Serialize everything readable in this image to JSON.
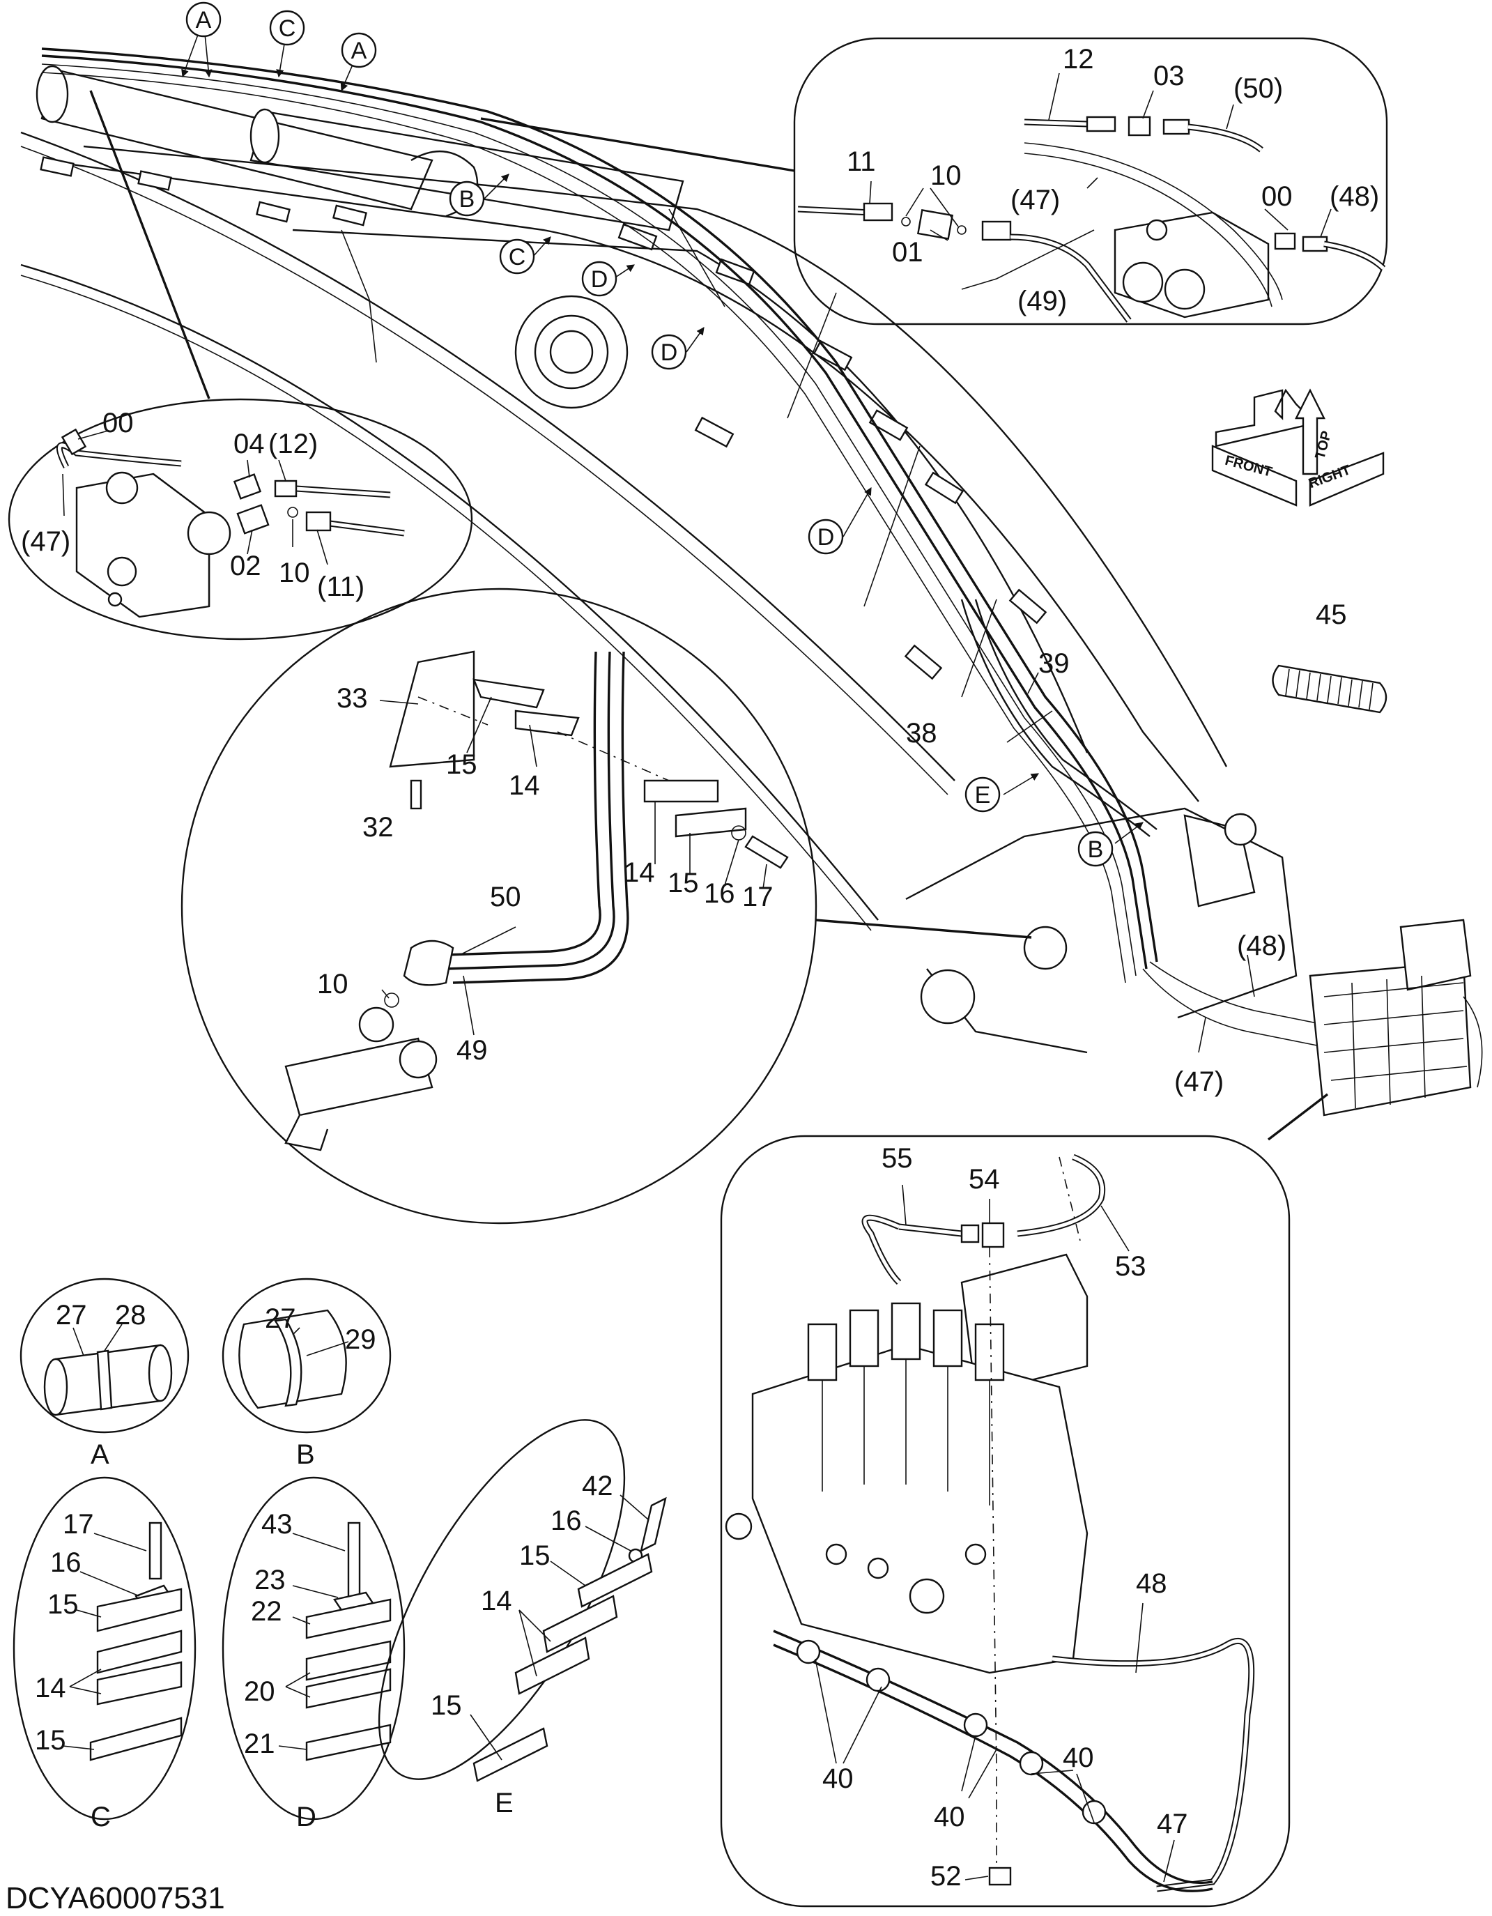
{
  "drawing_code": "DCYA60007531",
  "callout_labels": [
    {
      "text": "12"
    },
    {
      "text": "03"
    },
    {
      "text": "(50)"
    },
    {
      "text": "11"
    },
    {
      "text": "10"
    },
    {
      "text": "(47)"
    },
    {
      "text": "00"
    },
    {
      "text": "(48)"
    },
    {
      "text": "01"
    },
    {
      "text": "(49)"
    },
    {
      "text": "00"
    },
    {
      "text": "04"
    },
    {
      "text": "(12)"
    },
    {
      "text": "(47)"
    },
    {
      "text": "02"
    },
    {
      "text": "10"
    },
    {
      "text": "(11)"
    },
    {
      "text": "45"
    },
    {
      "text": "39"
    },
    {
      "text": "38"
    },
    {
      "text": "33"
    },
    {
      "text": "15"
    },
    {
      "text": "14"
    },
    {
      "text": "32"
    },
    {
      "text": "14"
    },
    {
      "text": "15"
    },
    {
      "text": "16"
    },
    {
      "text": "17"
    },
    {
      "text": "50"
    },
    {
      "text": "10"
    },
    {
      "text": "49"
    },
    {
      "text": "(48)"
    },
    {
      "text": "(47)"
    },
    {
      "text": "55"
    },
    {
      "text": "54"
    },
    {
      "text": "53"
    },
    {
      "text": "48"
    },
    {
      "text": "40"
    },
    {
      "text": "40"
    },
    {
      "text": "40"
    },
    {
      "text": "47"
    },
    {
      "text": "52"
    },
    {
      "text": "27"
    },
    {
      "text": "28"
    },
    {
      "text": "A"
    },
    {
      "text": "27"
    },
    {
      "text": "29"
    },
    {
      "text": "B"
    },
    {
      "text": "17"
    },
    {
      "text": "16"
    },
    {
      "text": "15"
    },
    {
      "text": "14"
    },
    {
      "text": "15"
    },
    {
      "text": "C"
    },
    {
      "text": "43"
    },
    {
      "text": "23"
    },
    {
      "text": "22"
    },
    {
      "text": "20"
    },
    {
      "text": "21"
    },
    {
      "text": "D"
    },
    {
      "text": "42"
    },
    {
      "text": "16"
    },
    {
      "text": "15"
    },
    {
      "text": "14"
    },
    {
      "text": "15"
    },
    {
      "text": "E"
    }
  ],
  "detail_markers": [
    {
      "text": "A"
    },
    {
      "text": "C"
    },
    {
      "text": "A"
    },
    {
      "text": "B"
    },
    {
      "text": "C"
    },
    {
      "text": "D"
    },
    {
      "text": "D"
    },
    {
      "text": "D"
    },
    {
      "text": "E"
    },
    {
      "text": "B"
    }
  ],
  "orientation_labels": [
    {
      "text": "FRONT"
    },
    {
      "text": "TOP"
    },
    {
      "text": "RIGHT"
    }
  ]
}
